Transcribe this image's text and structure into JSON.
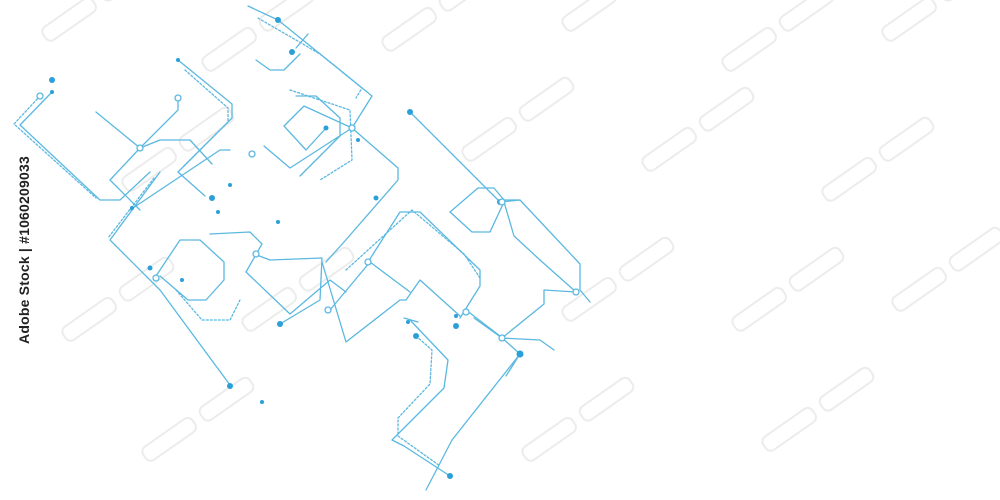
{
  "stock_id_label": "Adobe Stock | #1060209033",
  "colors": {
    "background": "#ffffff",
    "line": "#5bb8e0",
    "dot": "#2a9fd8",
    "watermark": "#ececec",
    "label": "#222222"
  },
  "watermark_logo": "Adobe Stock watermark",
  "icons": [
    "circuit-lines-illustration"
  ]
}
